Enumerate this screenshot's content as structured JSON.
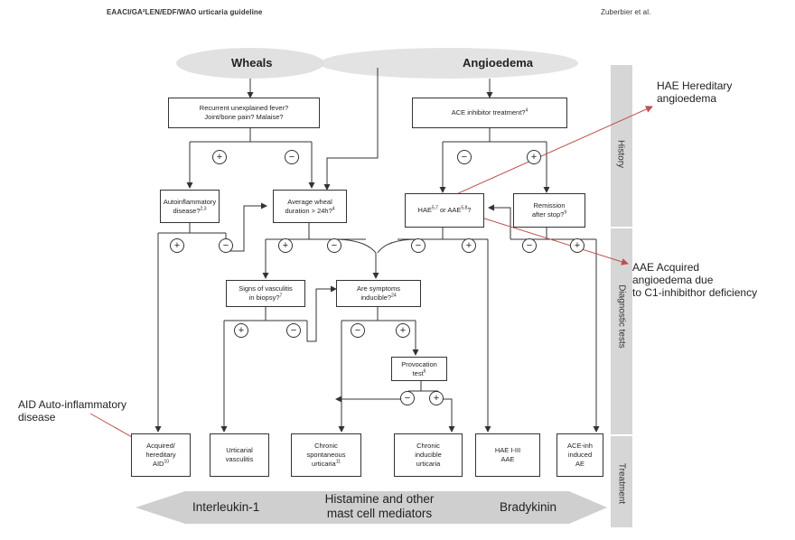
{
  "header": {
    "left": "EAACI/GA²LEN/EDF/WAO urticaria guideline",
    "right": "Zuberbier et al."
  },
  "ellipses": {
    "wheals": "Wheals",
    "angioedema": "Angioedema"
  },
  "boxes": {
    "fever": {
      "line1": "Recurrent unexplained fever?",
      "line2": "Joint/bone pain? Malaise?"
    },
    "ace": {
      "text": "ACE inhibitor treatment?",
      "ref": "4"
    },
    "autoinfl": {
      "line1": "Autoinflammatory",
      "line2": "disease?",
      "ref": "2,3"
    },
    "wheal_duration": {
      "line1": "Average wheal",
      "line2": "duration > 24h?",
      "ref": "4"
    },
    "hae_aae": {
      "text": "HAE",
      "ref1": "5,7",
      "mid": " or AAE",
      "ref2": "5,8",
      "end": "?"
    },
    "remission": {
      "line1": "Remission",
      "line2": "after stop?",
      "ref": "9"
    },
    "vasculitis_signs": {
      "line1": "Signs of vasculitis",
      "line2": "in biopsy?",
      "ref": "7"
    },
    "inducible": {
      "line1": "Are symptoms",
      "line2": "inducible?",
      "ref": "24"
    },
    "provocation": {
      "line1": "Provocation",
      "line2": "test",
      "ref": "6"
    },
    "acquired_aid": {
      "line1": "Acquired/",
      "line2": "hereditary",
      "line3": "AID",
      "ref": "10"
    },
    "urticarial_vasculitis": {
      "line1": "Urticarial",
      "line2": "vasculitis"
    },
    "csu": {
      "line1": "Chronic",
      "line2": "spontaneous",
      "line3": "urticaria",
      "ref": "11"
    },
    "cindu": {
      "line1": "Chronic",
      "line2": "inducible",
      "line3": "urticaria"
    },
    "hae_result": {
      "line1": "HAE I-III",
      "line2": "AAE"
    },
    "ace_result": {
      "line1": "ACE-inh",
      "line2": "induced",
      "line3": "AE"
    }
  },
  "signs": {
    "plus": "+",
    "minus": "−"
  },
  "side_labels": {
    "history": "History",
    "diagnostic": "Diagnostic tests",
    "treatment": "Treatment"
  },
  "annotations": {
    "hae": {
      "line1": "HAE Hereditary",
      "line2": "angioedema"
    },
    "aae": {
      "line1": "AAE Acquired",
      "line2": "angioedema due",
      "line3": "to C1-inhibithor deficiency"
    },
    "aid": {
      "line1": "AID Auto-inflammatory",
      "line2": "disease"
    }
  },
  "bottom": {
    "left": "Interleukin-1",
    "center_line1": "Histamine and other",
    "center_line2": "mast cell mediators",
    "right": "Bradykinin"
  },
  "colors": {
    "ellipse_fill": "#dedede",
    "side_bar": "#d6d6d6",
    "annotation_line": "#c0504d",
    "arrow_band": "#cfcfcf"
  }
}
